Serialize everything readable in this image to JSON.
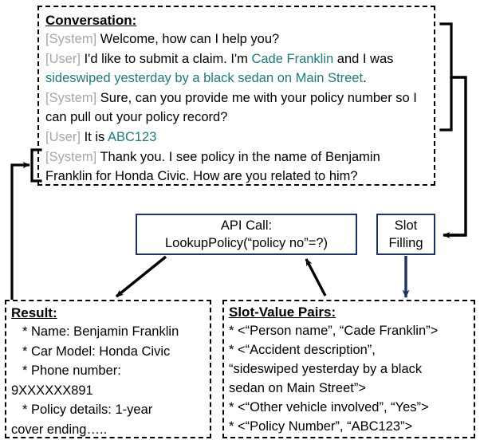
{
  "diagram": {
    "conversation": {
      "title": "Conversation:",
      "turns": [
        {
          "speaker": "[System]",
          "segments": [
            {
              "text": " Welcome, how can I help you?",
              "style": "plain"
            }
          ]
        },
        {
          "speaker": "[User]",
          "segments": [
            {
              "text": " I'd like to submit a claim. I'm ",
              "style": "plain"
            },
            {
              "text": "Cade Franklin",
              "style": "entity"
            },
            {
              "text": " and I was ",
              "style": "plain"
            },
            {
              "text": "sideswiped yesterday by a black sedan on Main Street",
              "style": "entity"
            },
            {
              "text": ".",
              "style": "plain"
            }
          ]
        },
        {
          "speaker": "[System]",
          "segments": [
            {
              "text": " Sure, can you provide me with your policy number so I can pull out your policy record?",
              "style": "plain"
            }
          ]
        },
        {
          "speaker": "[User]",
          "segments": [
            {
              "text": " It is ",
              "style": "plain"
            },
            {
              "text": "ABC123",
              "style": "entity"
            }
          ]
        },
        {
          "speaker": "[System]",
          "segments": [
            {
              "text": " Thank you. I see policy in the name of Benjamin Franklin for Honda Civic. How are you related to him?",
              "style": "plain"
            }
          ]
        }
      ]
    },
    "api_call": {
      "title": "API Call:",
      "signature": "LookupPolicy(“policy no”=?)"
    },
    "slot_filling": {
      "line1": "Slot",
      "line2": "Filling"
    },
    "result": {
      "title": "Result:",
      "lines": [
        "* Name: Benjamin Franklin",
        "* Car Model: Honda Civic",
        "* Phone number:",
        "9XXXXXX891",
        "* Policy details: 1-year",
        "cover ending….."
      ]
    },
    "slot_values": {
      "title": "Slot-Value Pairs:",
      "lines": [
        "* <“Person name”, “Cade Franklin”>",
        "* <“Accident description”,",
        "“sideswiped yesterday by a black",
        "sedan on Main Street”>",
        "* <“Other vehicle involved”, “Yes”>",
        "* <“Policy Number”, “ABC123”>"
      ]
    },
    "colors": {
      "entity_teal": "#1f7a7a",
      "speaker_gray": "#a6a6a6",
      "box_navy": "#1f3360",
      "dashed_black": "#000000"
    }
  }
}
